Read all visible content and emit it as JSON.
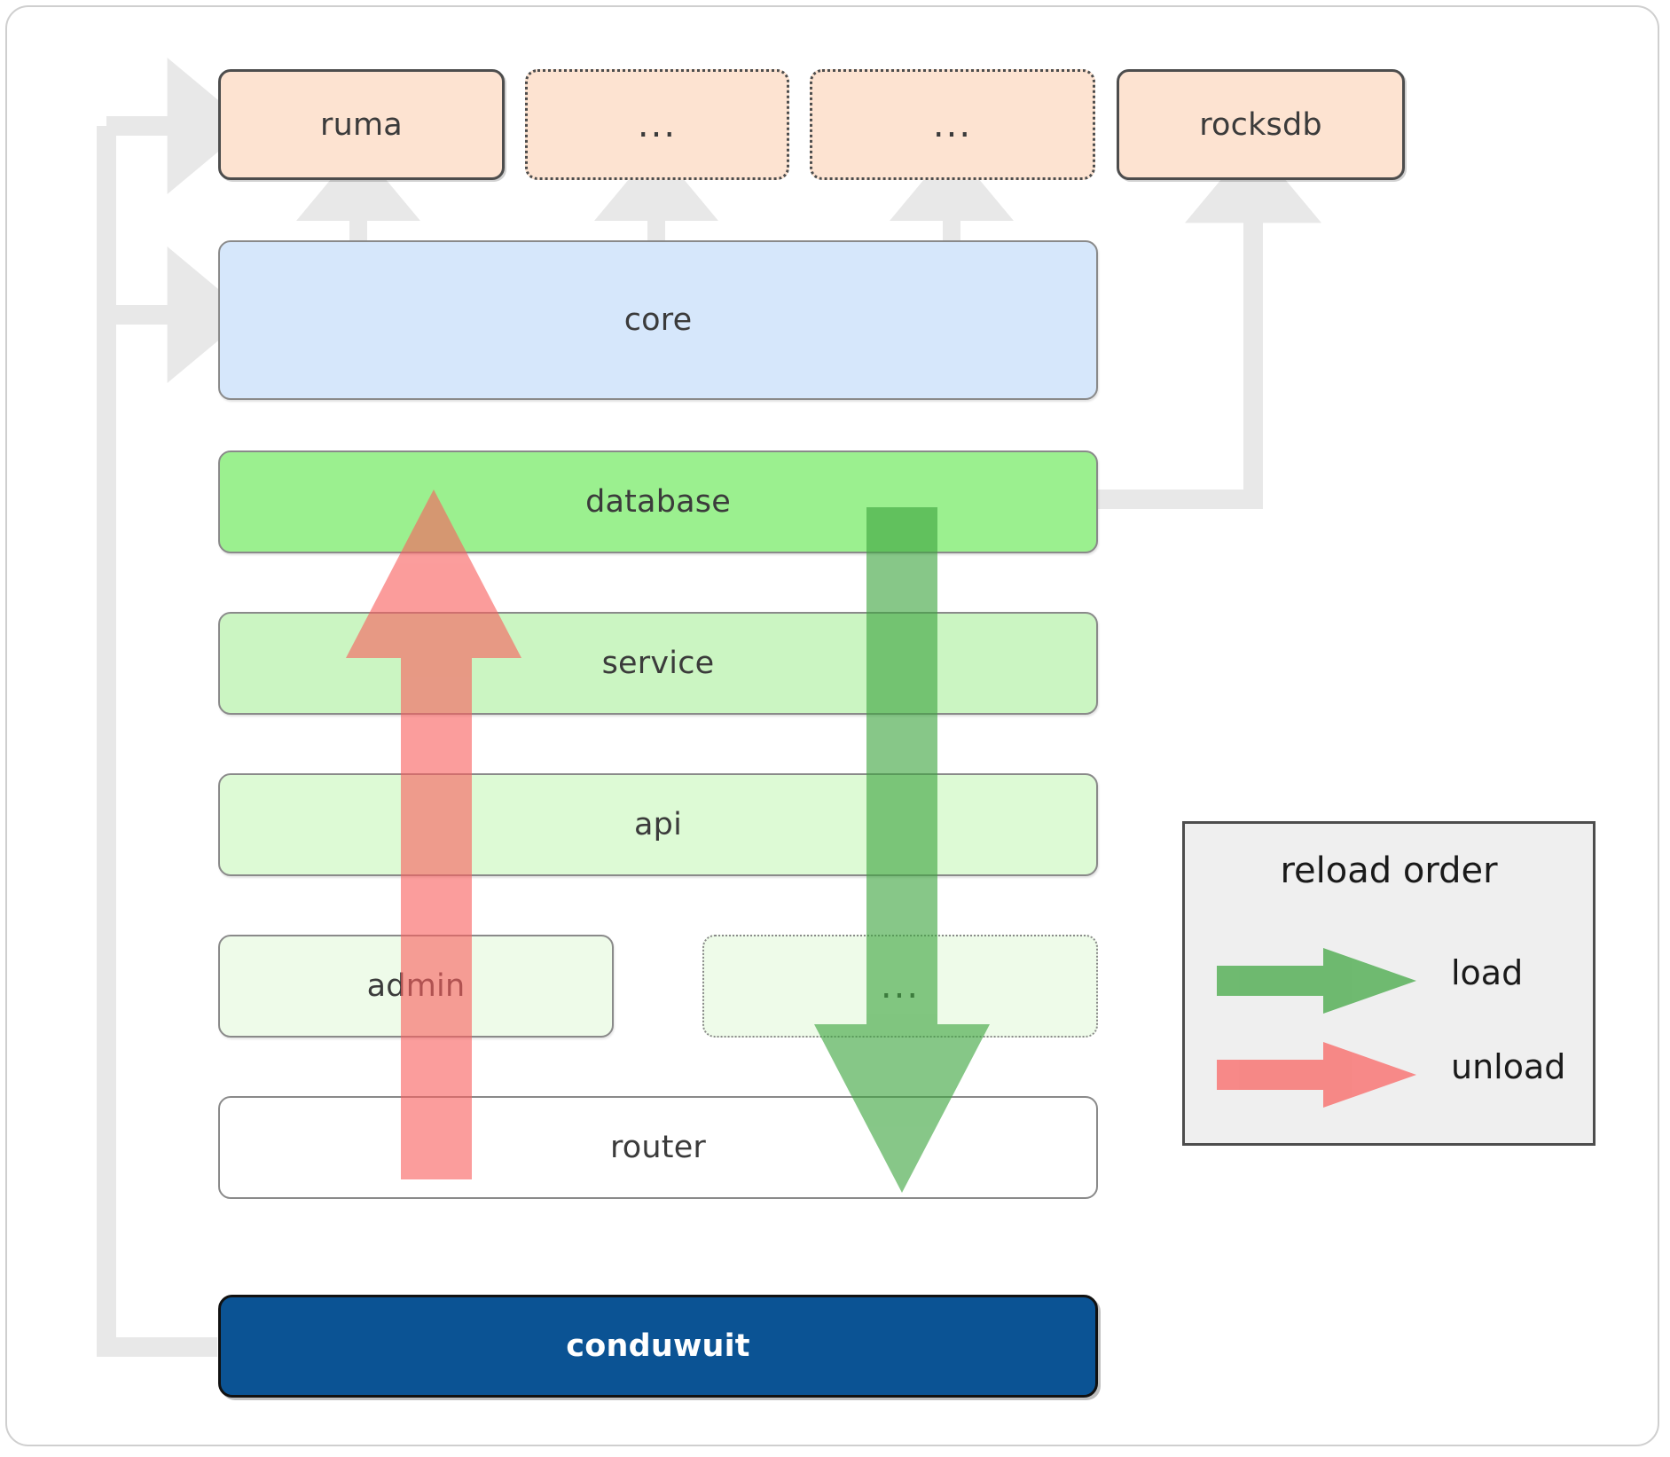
{
  "diagram": {
    "title": "conduwuit crate dependency / reload order diagram",
    "colors": {
      "dependency_fill": "#fde3d1",
      "core_fill": "#d6e7fb",
      "database_fill": "#9bf08f",
      "service_fill": "#cbf5c2",
      "api_fill": "#ddfad5",
      "admin_fill": "#eefbe9",
      "router_fill": "#ffffff",
      "root_fill": "#0b5394",
      "load_arrow": "#4caf50",
      "unload_arrow": "#f98080",
      "connector": "#e8e8e8",
      "legend_bg": "#efefef"
    },
    "dependencies": [
      {
        "label": "ruma",
        "style": "solid"
      },
      {
        "label": "...",
        "style": "dotted"
      },
      {
        "label": "...",
        "style": "dotted"
      },
      {
        "label": "rocksdb",
        "style": "solid"
      }
    ],
    "layers": [
      {
        "label": "core",
        "style": "solid"
      },
      {
        "label": "database",
        "style": "solid"
      },
      {
        "label": "service",
        "style": "solid"
      },
      {
        "label": "api",
        "style": "solid"
      },
      {
        "label": "admin",
        "style": "solid"
      },
      {
        "label": "...",
        "style": "dotted"
      },
      {
        "label": "router",
        "style": "solid"
      }
    ],
    "root": {
      "label": "conduwuit"
    },
    "legend": {
      "title": "reload order",
      "items": [
        {
          "label": "load",
          "color": "#4caf50"
        },
        {
          "label": "unload",
          "color": "#f98080"
        }
      ]
    }
  }
}
